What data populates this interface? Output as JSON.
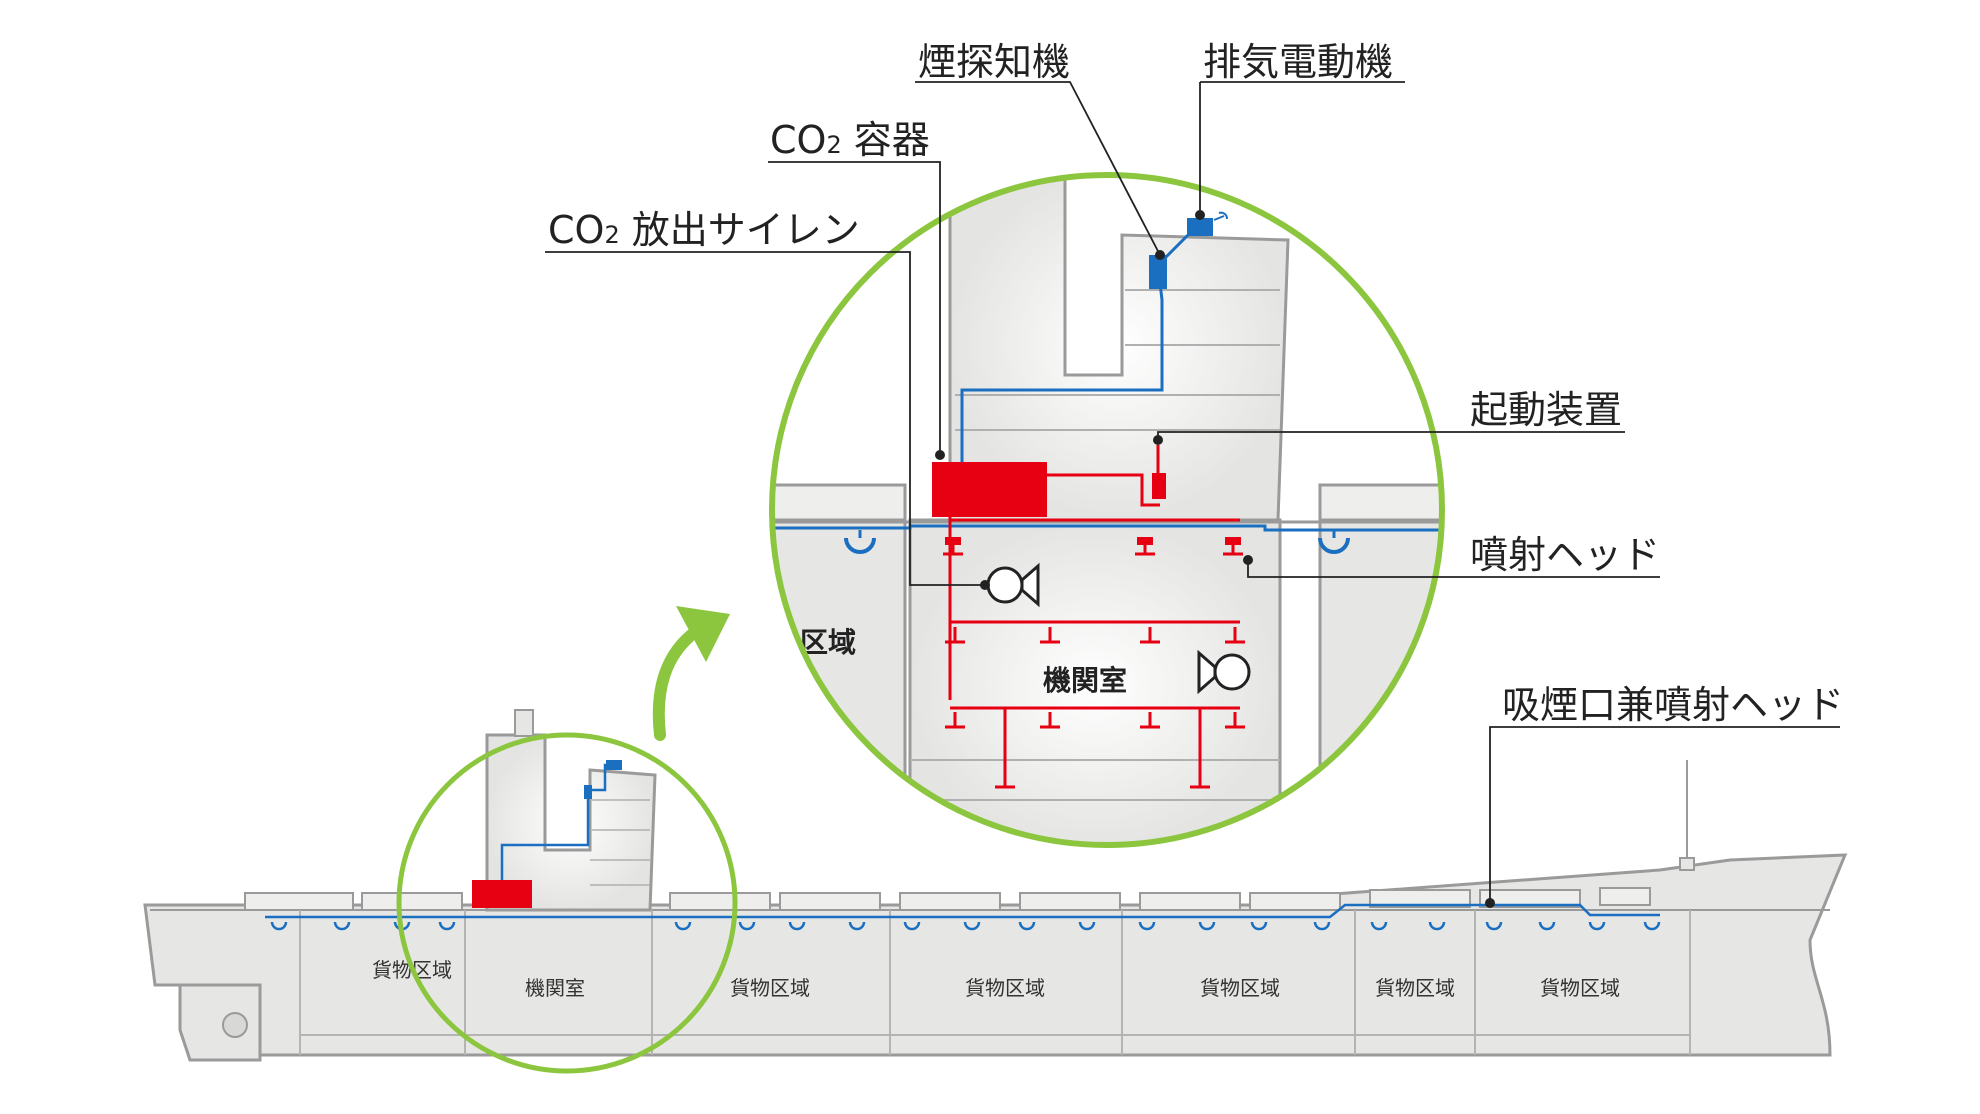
{
  "callouts": {
    "smoke_detector": "煙探知機",
    "exhaust_motor": "排気電動機",
    "co2_container_prefix": "CO",
    "co2_container_sub": "2",
    "co2_container_suffix": "容器",
    "co2_siren_prefix": "CO",
    "co2_siren_sub": "2",
    "co2_siren_suffix": "放出サイレン",
    "starter": "起動装置",
    "nozzle": "噴射ヘッド",
    "intake_nozzle": "吸煙口兼噴射ヘッド"
  },
  "ship": {
    "zones": [
      {
        "label": "貨物区域"
      },
      {
        "label": "機関室"
      },
      {
        "label": "貨物区域"
      },
      {
        "label": "貨物区域"
      },
      {
        "label": "貨物区域"
      },
      {
        "label": "貨物区域"
      },
      {
        "label": "貨物区域"
      }
    ]
  },
  "detail": {
    "engine_room": "機関室",
    "cargo_partial": "区域"
  },
  "colors": {
    "ring": "#8cc63f",
    "co2": "#e60012",
    "detect": "#1a6fc0",
    "hull": "#e6e6e4",
    "hull_stroke": "#9a9a9a"
  }
}
